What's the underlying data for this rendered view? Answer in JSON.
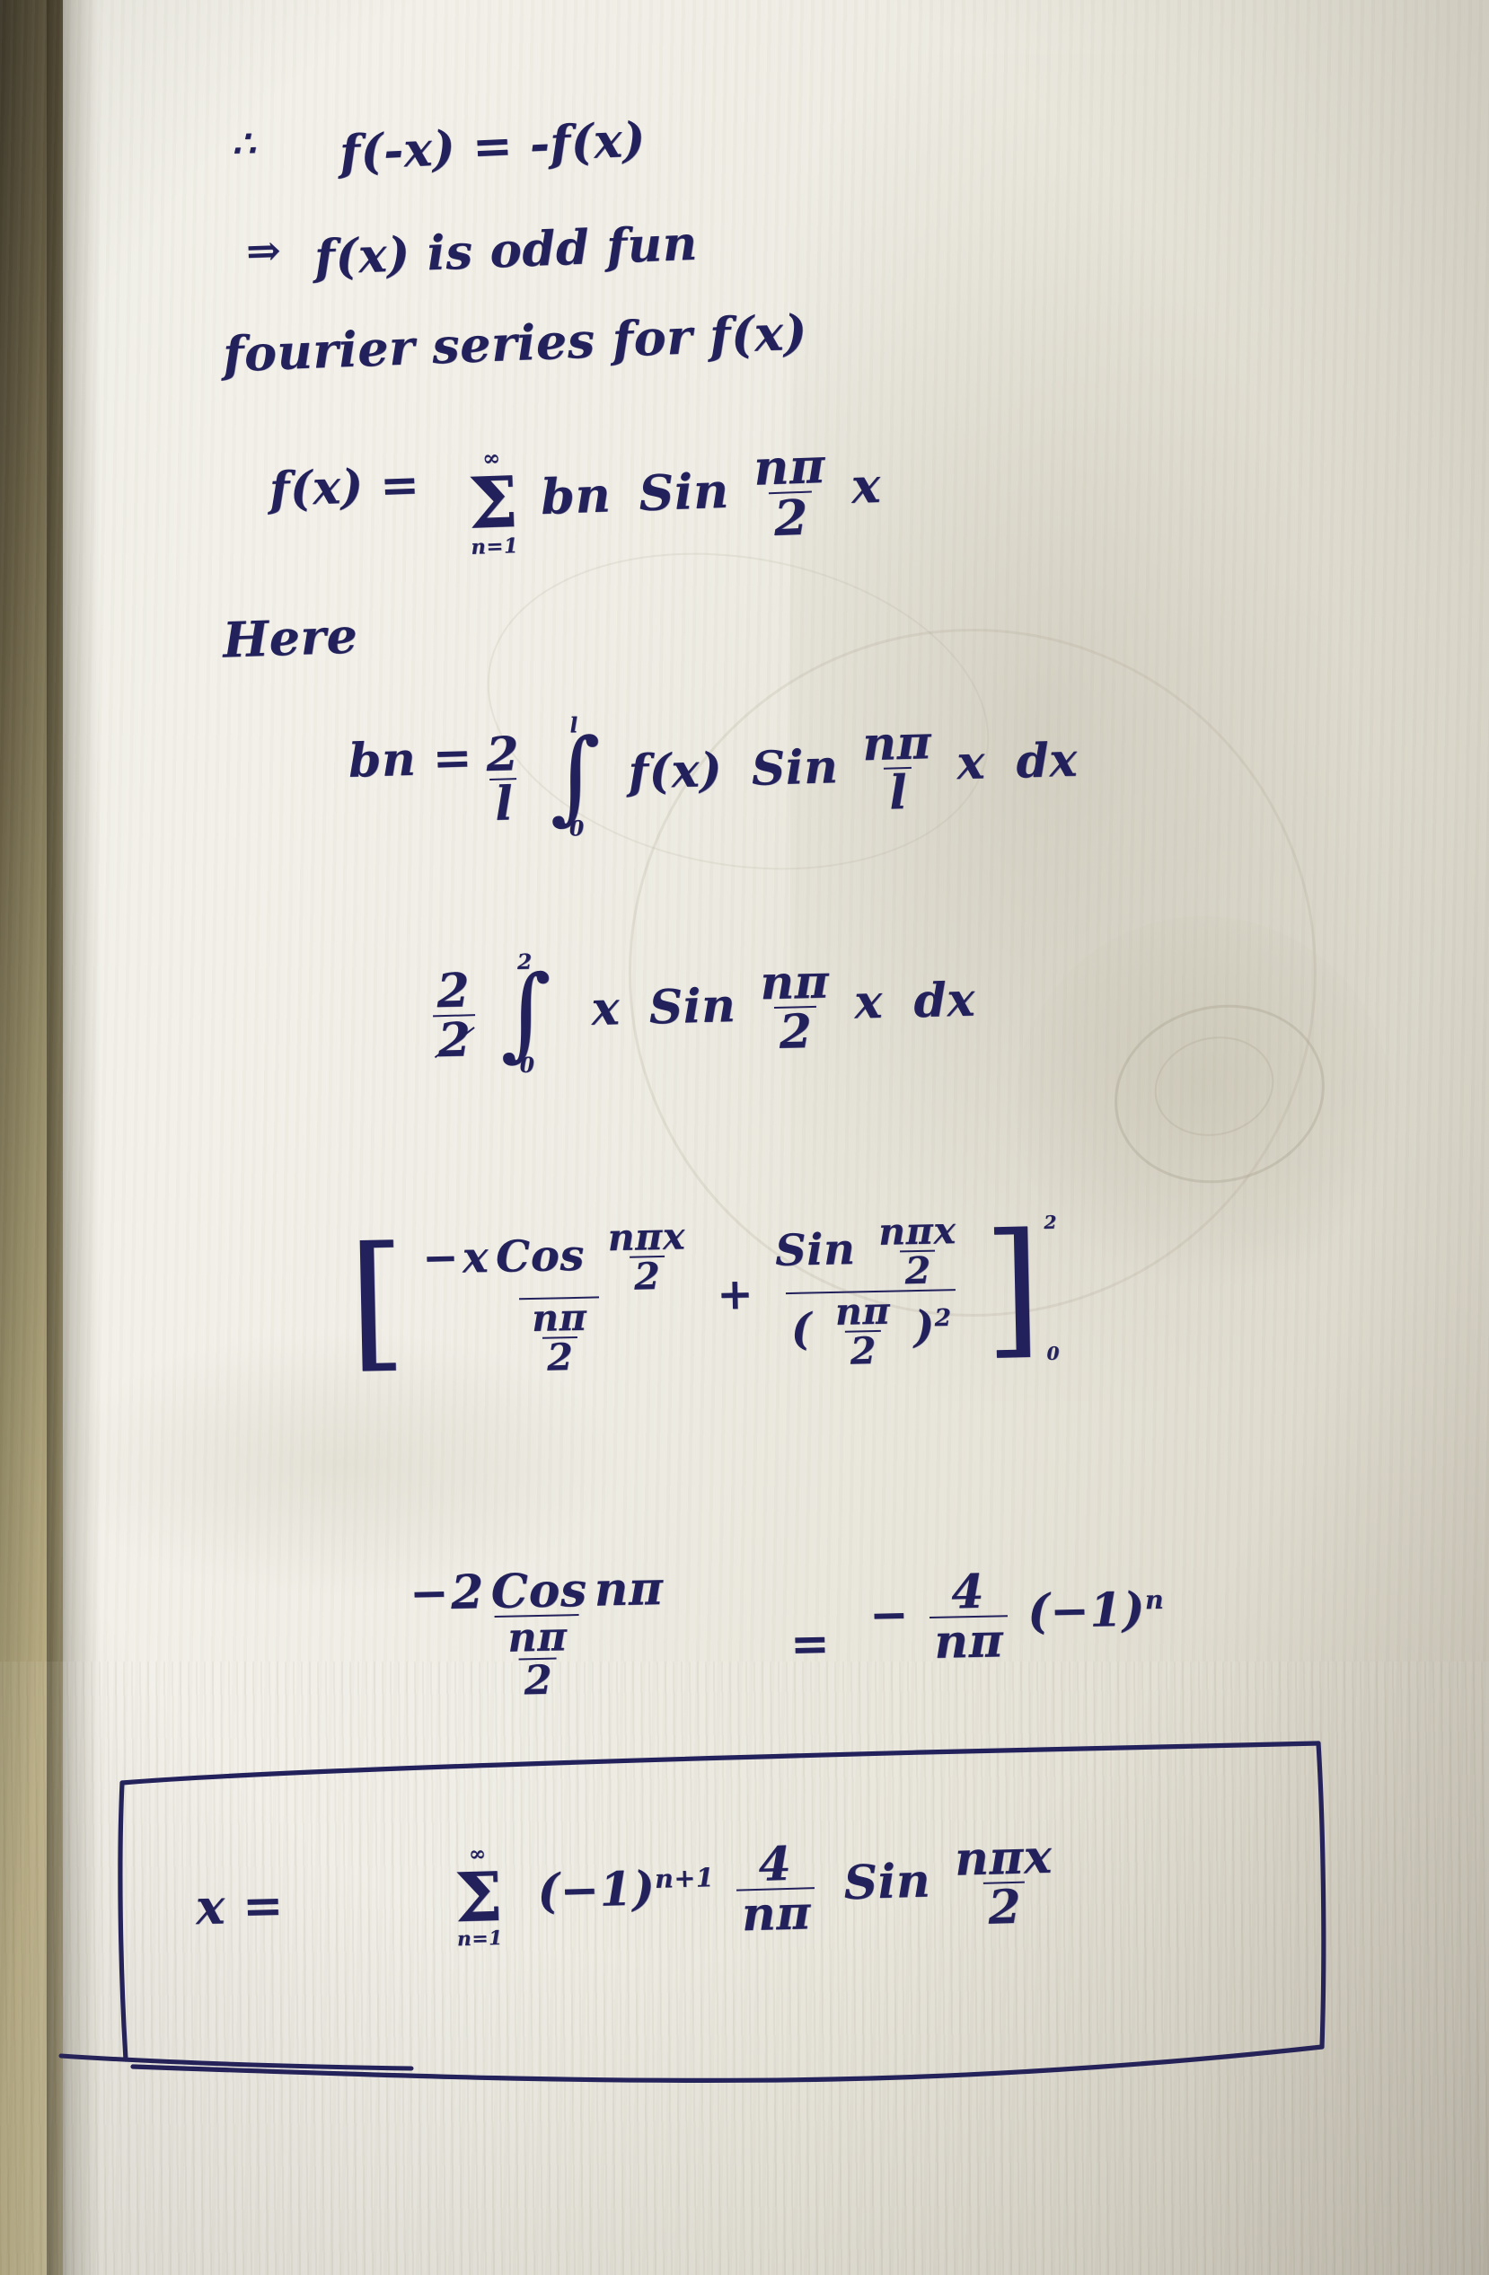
{
  "document": {
    "kind": "handwritten-note",
    "subject": "Fourier sine series derivation",
    "ink_color": "#23215c",
    "paper_color": "#efeee6"
  },
  "lines": {
    "l1_therefore": "∴",
    "l1_expr": "f(-x) = -f(x)",
    "l2_implies": "⇒",
    "l2_text": "f(x) is odd fun",
    "l3_text": "fourier series for f(x)",
    "l4_lhs": "f(x) =",
    "l4_sum_top": "∞",
    "l4_sum_sigma": "Σ",
    "l4_sum_bot": "n=1",
    "l4_coeff": "bn",
    "l4_sin": "Sin",
    "l4_frac_num": "nπ",
    "l4_frac_den": "2",
    "l4_var": "x",
    "l5_here": "Here",
    "l6_lhs": "bn =",
    "l6_frac_num": "2",
    "l6_frac_den": "l",
    "l6_int_top": "l",
    "l6_int_body": "∫",
    "l6_int_bot": "0",
    "l6_fx": "f(x)",
    "l6_sin": "Sin",
    "l6_frac2_num": "nπ",
    "l6_frac2_den": "l",
    "l6_var": "x",
    "l6_dx": "dx",
    "l7_frac_num": "2",
    "l7_frac_den": "2",
    "l7_int_top": "2",
    "l7_int_body": "∫",
    "l7_int_bot": "0",
    "l7_x": "x",
    "l7_sin": "Sin",
    "l7_frac2_num": "nπ",
    "l7_frac2_den": "2",
    "l7_var": "x",
    "l7_dx": "dx",
    "l8_open": "[",
    "l8_t1_num_minus": "−",
    "l8_t1_num_x": "x",
    "l8_t1_num_cos": "Cos",
    "l8_t1_num_frac_num": "nπx",
    "l8_t1_num_frac_den": "2",
    "l8_t1_den_num": "nπ",
    "l8_t1_den_den": "2",
    "l8_plus": "+",
    "l8_t2_num_sin": "Sin",
    "l8_t2_num_frac_num": "nπx",
    "l8_t2_num_frac_den": "2",
    "l8_t2_den_open": "(",
    "l8_t2_den_num": "nπ",
    "l8_t2_den_den": "2",
    "l8_t2_den_close": ")",
    "l8_t2_den_pow": "2",
    "l8_close": "]",
    "l8_lim_top": "2",
    "l8_lim_bot": "0",
    "l9_lhs_num_minus": "−",
    "l9_lhs_num_2": "2",
    "l9_lhs_num_cos": "Cos",
    "l9_lhs_num_arg": "nπ",
    "l9_lhs_den_num": "nπ",
    "l9_lhs_den_den": "2",
    "l9_eq": "=",
    "l9_rhs_minus": "−",
    "l9_rhs_num": "4",
    "l9_rhs_den": "nπ",
    "l9_rhs_paren": "(−1)",
    "l9_rhs_pow": "n",
    "l10_lhs": "x =",
    "l10_sum_top": "∞",
    "l10_sum_sigma": "Σ",
    "l10_sum_bot": "n=1",
    "l10_paren": "(−1)",
    "l10_pow": "n+1",
    "l10_frac_num": "4",
    "l10_frac_den": "nπ",
    "l10_sin": "Sin",
    "l10_arg_num": "nπx",
    "l10_arg_den": "2"
  }
}
